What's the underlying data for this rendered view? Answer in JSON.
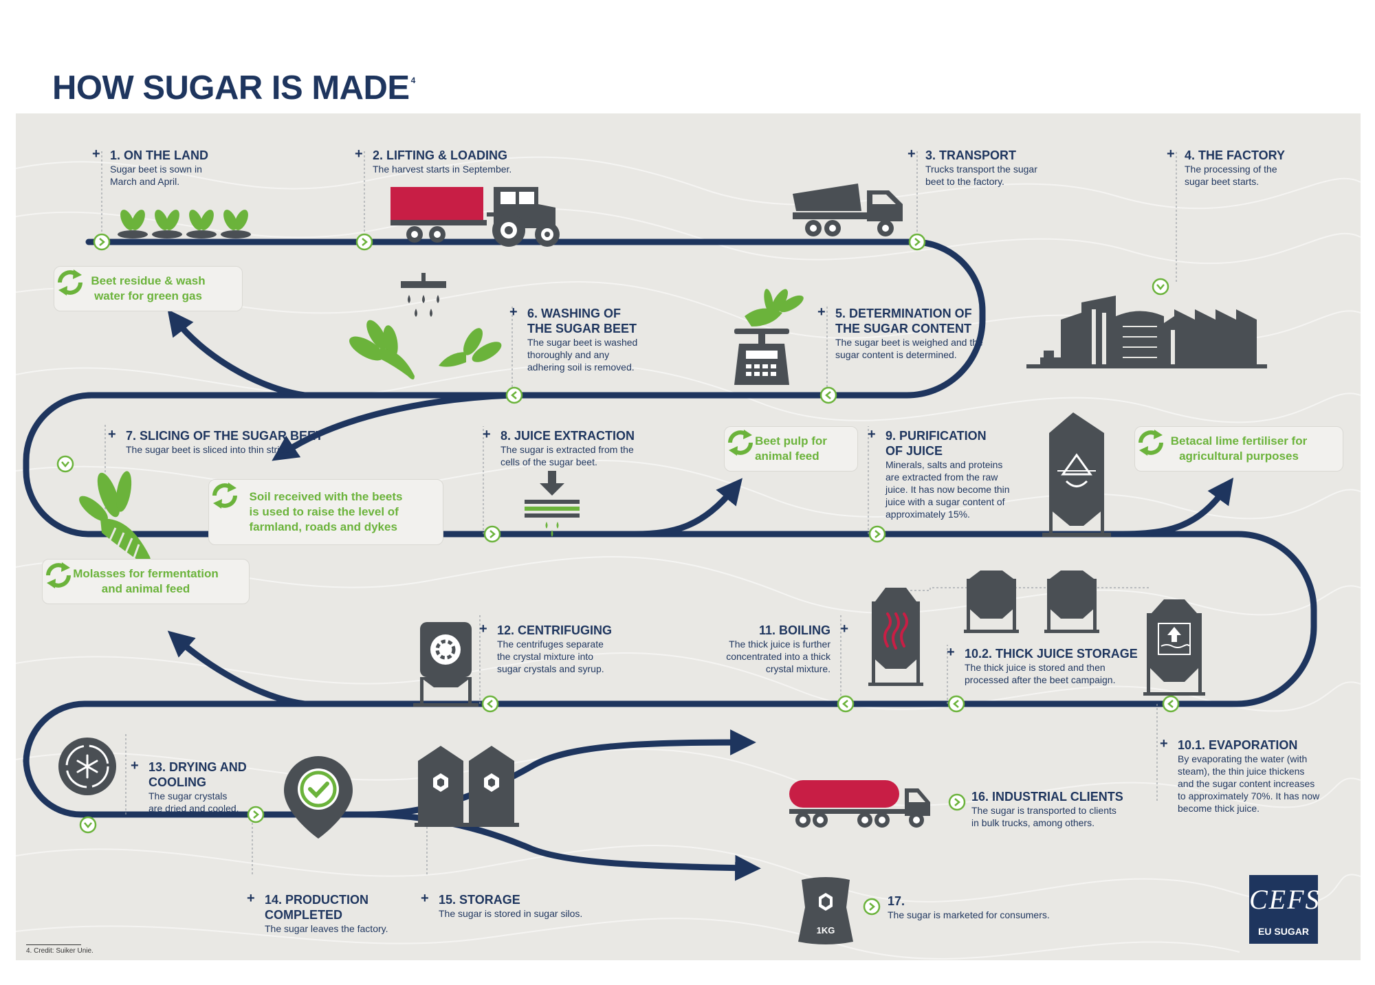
{
  "title": "HOW SUGAR IS MADE",
  "title_sup": "4",
  "colors": {
    "navy": "#1e355e",
    "green": "#6bb33b",
    "red": "#c81e45",
    "dark": "#4a4f54",
    "panel": "#e9e8e4"
  },
  "steps": [
    {
      "title": "1. ON THE LAND",
      "desc": [
        "Sugar beet is sown in",
        "March and April."
      ]
    },
    {
      "title": "2. LIFTING & LOADING",
      "desc": [
        "The harvest starts in September."
      ]
    },
    {
      "title": "3. TRANSPORT",
      "desc": [
        "Trucks transport the sugar",
        "beet to the factory."
      ]
    },
    {
      "title": "4. THE FACTORY",
      "desc": [
        "The processing of the",
        "sugar beet starts."
      ]
    },
    {
      "title": "5. DETERMINATION OF",
      "title2": "THE SUGAR CONTENT",
      "desc": [
        "The sugar beet is weighed and the",
        "sugar content is determined."
      ]
    },
    {
      "title": "6. WASHING OF",
      "title2": "THE SUGAR BEET",
      "desc": [
        "The sugar beet is washed",
        "thoroughly and any",
        "adhering soil is removed."
      ]
    },
    {
      "title": "7. SLICING OF THE SUGAR BEET",
      "desc": [
        "The sugar beet is sliced into thin strips."
      ]
    },
    {
      "title": "8. JUICE EXTRACTION",
      "desc": [
        "The sugar is extracted from the",
        "cells of the sugar beet."
      ]
    },
    {
      "title": "9. PURIFICATION",
      "title2": "OF JUICE",
      "desc": [
        "Minerals, salts and proteins",
        "are extracted from the raw",
        "juice. It has now become thin",
        "juice with a sugar content of",
        "approximately 15%."
      ]
    },
    {
      "title": "10.1. EVAPORATION",
      "desc": [
        "By evaporating the water (with",
        "steam), the thin juice thickens",
        "and the sugar content increases",
        "to approximately 70%. It has now",
        "become thick juice."
      ]
    },
    {
      "title": "10.2. THICK JUICE STORAGE",
      "desc": [
        "The thick juice is stored and then",
        "processed after the beet campaign."
      ]
    },
    {
      "title": "11. BOILING",
      "desc": [
        "The thick juice is further",
        "concentrated into a thick",
        "crystal mixture."
      ]
    },
    {
      "title": "12. CENTRIFUGING",
      "desc": [
        "The centrifuges separate",
        "the crystal mixture into",
        "sugar crystals and syrup."
      ]
    },
    {
      "title": "13. DRYING AND",
      "title2": "COOLING",
      "desc": [
        "The sugar crystals",
        "are dried and cooled."
      ]
    },
    {
      "title": "14. PRODUCTION",
      "title2": "COMPLETED",
      "desc": [
        "The sugar leaves the factory."
      ]
    },
    {
      "title": "15. STORAGE",
      "desc": [
        "The sugar is stored in sugar silos."
      ]
    },
    {
      "title": "16. INDUSTRIAL CLIENTS",
      "desc": [
        "The sugar is transported to clients",
        "in bulk trucks, among others."
      ]
    },
    {
      "title": "17.",
      "desc": [
        "The sugar is marketed for consumers."
      ]
    }
  ],
  "byproducts": [
    {
      "lines": [
        "Beet residue & wash",
        "water for green gas"
      ]
    },
    {
      "lines": [
        "Soil received with the beets",
        "is used to raise the level of",
        "farmland, roads and dykes"
      ]
    },
    {
      "lines": [
        "Beet pulp for",
        "animal feed"
      ]
    },
    {
      "lines": [
        "Betacal lime fertiliser for",
        "agricultural purposes"
      ]
    },
    {
      "lines": [
        "Molasses for fermentation",
        "and animal feed"
      ]
    }
  ],
  "bag_label": "1KG",
  "footnote": "4.  Credit: Suiker Unie.",
  "logo": {
    "mark": "CEFS",
    "text": "EU SUGAR"
  },
  "icons": [
    "beet-seedlings-icon",
    "tractor-trailer-icon",
    "dump-truck-icon",
    "factory-icon",
    "scale-icon",
    "shower-beets-icon",
    "sliced-beet-icon",
    "press-icon",
    "silo-icon",
    "evaporator-icon",
    "storage-tank-icon",
    "boiler-icon",
    "centrifuge-icon",
    "drying-cooling-icon",
    "location-check-icon",
    "sugar-silos-icon",
    "tanker-truck-icon",
    "sugar-bag-icon",
    "recycle-icon"
  ]
}
